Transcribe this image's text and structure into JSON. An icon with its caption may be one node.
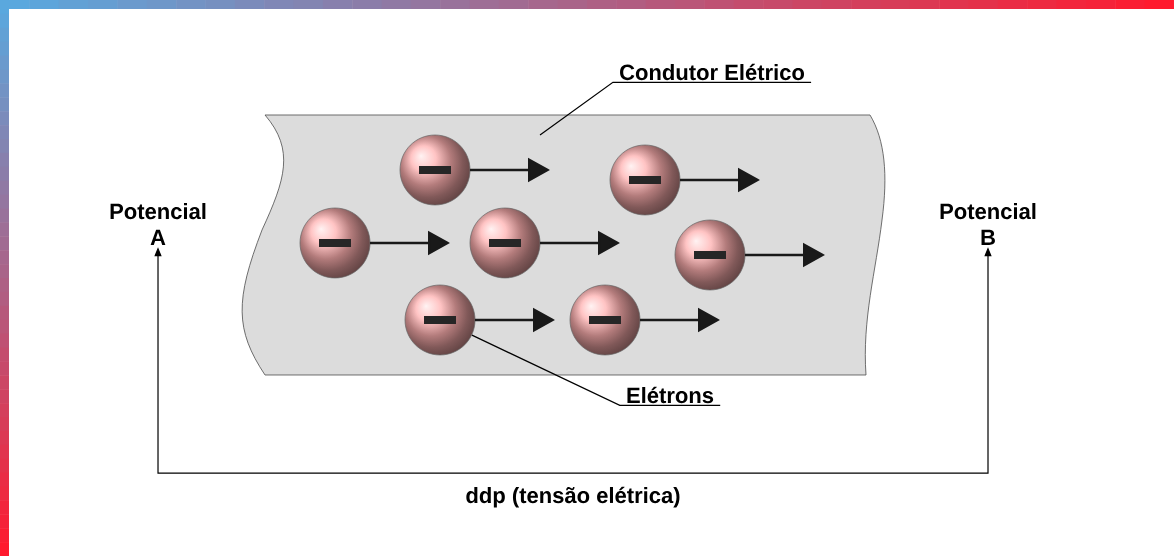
{
  "diagram": {
    "nodes": [
      {
        "text": [
          "Condutor Elétrico"
        ]
      },
      {
        "text": [],
        "shape": "band"
      },
      {
        "text": [],
        "shape": "circle",
        "in": 1
      },
      {
        "text": [],
        "shape": "circle",
        "in": 1
      },
      {
        "text": [],
        "shape": "circle",
        "in": 1
      },
      {
        "text": [],
        "shape": "circle",
        "in": 1
      },
      {
        "text": [],
        "shape": "circle",
        "in": 1
      },
      {
        "text": [],
        "shape": "circle",
        "in": 1
      },
      {
        "text": [],
        "shape": "circle",
        "in": 1
      },
      {
        "text": [
          "Potencial A"
        ]
      },
      {
        "text": [
          "Potencial B"
        ]
      },
      {
        "text": [
          "Elétrons"
        ]
      }
    ],
    "edges": [
      {
        "from": 0,
        "to": 1,
        "arrow": "none"
      },
      {
        "from": 11,
        "to": 7,
        "arrow": "none"
      },
      {
        "from": 9,
        "to": 10,
        "arrow": "both",
        "label": "ddp (tensão elétrica)"
      }
    ]
  }
}
